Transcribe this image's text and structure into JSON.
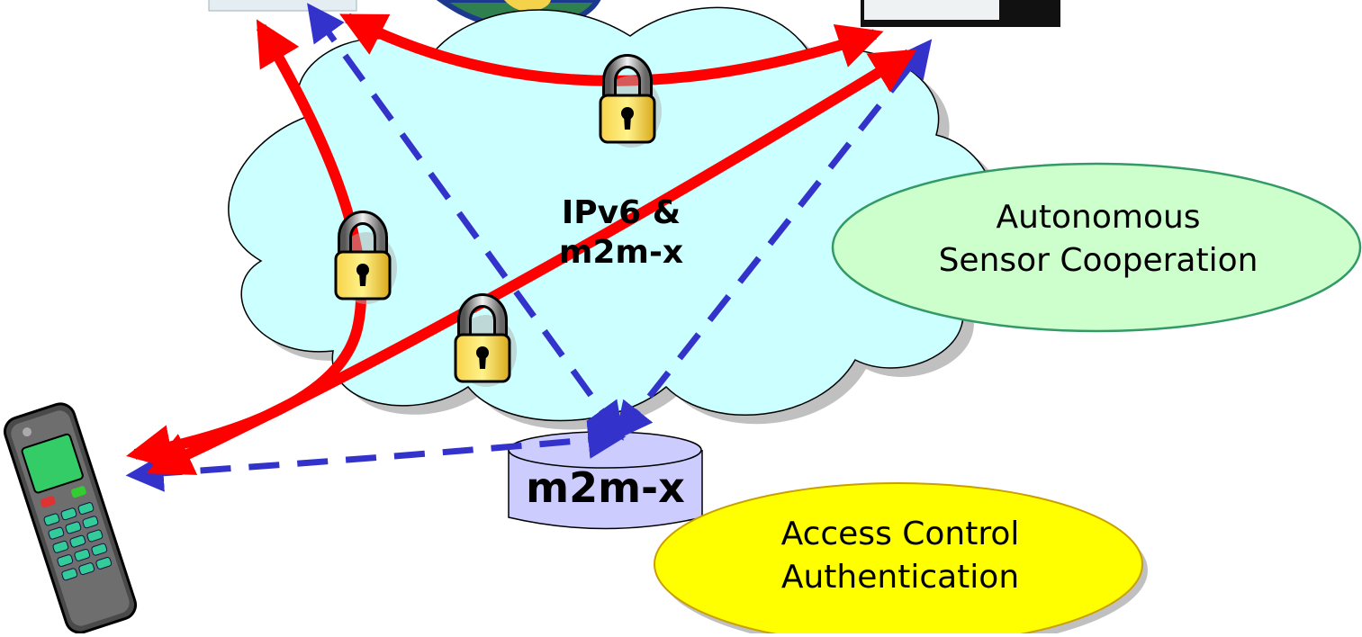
{
  "cloud": {
    "label_line1": "IPv6 &",
    "label_line2": "m2m-x"
  },
  "database": {
    "label": "m2m-x"
  },
  "ellipse_green": {
    "line1": "Autonomous",
    "line2": "Sensor Cooperation",
    "fill": "#ccffcc",
    "stroke": "#339966"
  },
  "ellipse_yellow": {
    "line1": "Access Control",
    "line2": "Authentication",
    "fill": "#ffff00",
    "stroke": "#c8a000"
  },
  "colors": {
    "secure_link": "#ff0000",
    "control_link": "#3333cc",
    "cloud_fill": "#ccffff",
    "db_fill": "#ccccff"
  },
  "icons": [
    "padlock-icon",
    "mobile-phone-icon",
    "database-icon",
    "globe-icon"
  ]
}
